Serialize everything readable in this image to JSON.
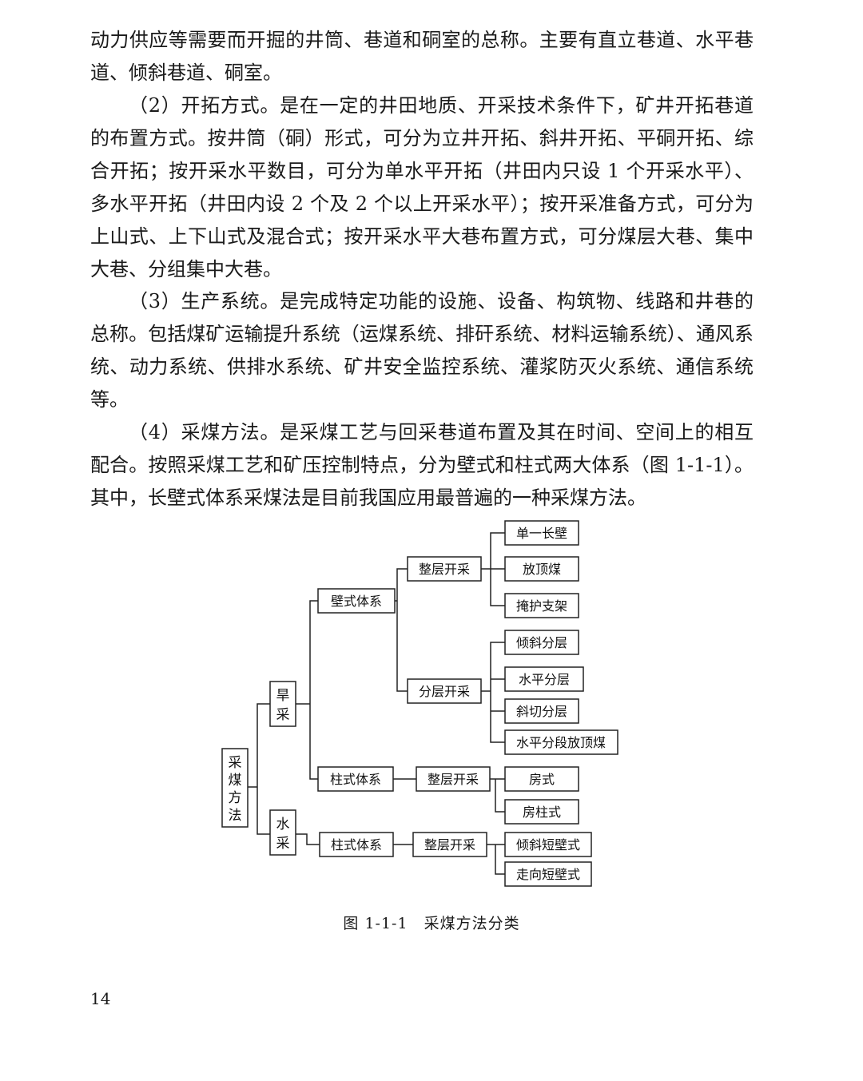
{
  "paragraphs": [
    "动力供应等需要而开掘的井筒、巷道和硐室的总称。主要有直立巷道、水平巷道、倾斜巷道、硐室。",
    "（2）开拓方式。是在一定的井田地质、开采技术条件下，矿井开拓巷道的布置方式。按井筒（硐）形式，可分为立井开拓、斜井开拓、平硐开拓、综合开拓；按开采水平数目，可分为单水平开拓（井田内只设 1 个开采水平）、多水平开拓（井田内设 2 个及 2 个以上开采水平）；按开采准备方式，可分为上山式、上下山式及混合式；按开采水平大巷布置方式，可分煤层大巷、集中大巷、分组集中大巷。",
    "（3）生产系统。是完成特定功能的设施、设备、构筑物、线路和井巷的总称。包括煤矿运输提升系统（运煤系统、排矸系统、材料运输系统）、通风系统、动力系统、供排水系统、矿井安全监控系统、灌浆防灭火系统、通信系统等。",
    "（4）采煤方法。是采煤工艺与回采巷道布置及其在时间、空间上的相互配合。按照采煤工艺和矿压控制特点，分为壁式和柱式两大体系（图 1-1-1）。其中，长壁式体系采煤法是目前我国应用最普遍的一种采煤方法。"
  ],
  "diagram": {
    "root": "采煤方法",
    "dry": "旱采",
    "water": "水采",
    "wall_system": "壁式体系",
    "pillar_system_dry": "柱式体系",
    "pillar_system_water": "柱式体系",
    "full_seam_wall": "整层开采",
    "sliced_wall": "分层开采",
    "full_seam_pillar_dry": "整层开采",
    "full_seam_pillar_water": "整层开采",
    "leaves_full_seam_wall": [
      "单一长壁",
      "放顶煤",
      "掩护支架"
    ],
    "leaves_sliced_wall": [
      "倾斜分层",
      "水平分层",
      "斜切分层",
      "水平分段放顶煤"
    ],
    "leaves_pillar_dry": [
      "房式",
      "房柱式"
    ],
    "leaves_pillar_water": [
      "倾斜短壁式",
      "走向短壁式"
    ]
  },
  "caption": "图 1-1-1　采煤方法分类",
  "page_number": "14"
}
